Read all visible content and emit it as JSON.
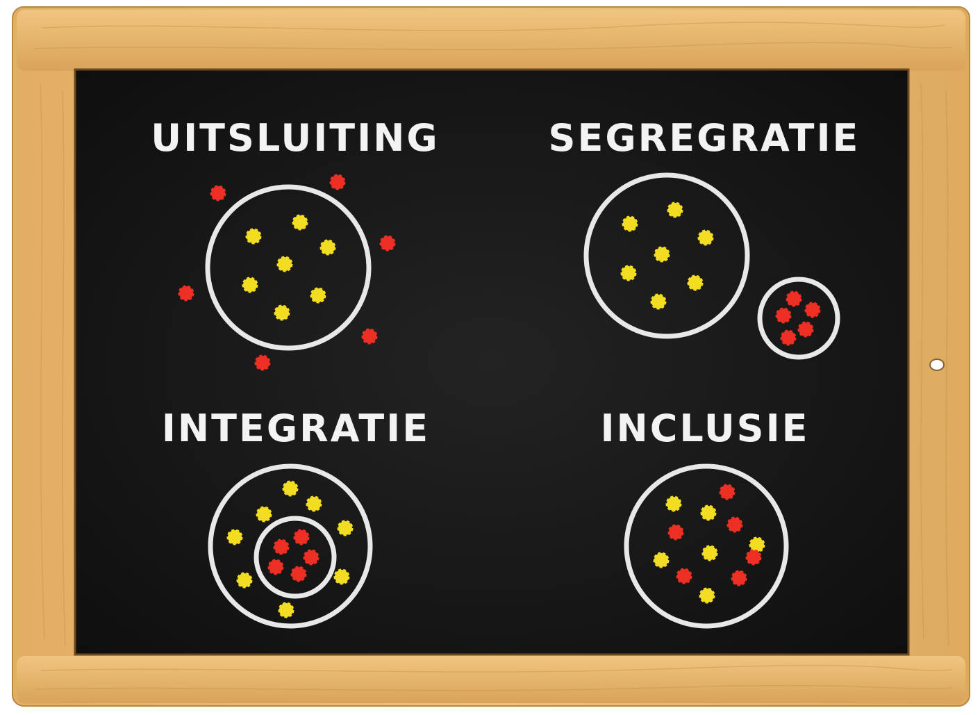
{
  "titles": {
    "exclusion": "UITSLUITING",
    "segregation": "SEGREGRATIE",
    "integration": "INTEGRATIE",
    "inclusion": "INCLUSIE"
  },
  "colors": {
    "frame": "#e8b86f",
    "frame_dark": "#c98f45",
    "board": "#161616",
    "chalk": "#f3f3f3",
    "ring": "#e8e8e8",
    "yellow": "#f3dd22",
    "red": "#ee2f24"
  }
}
